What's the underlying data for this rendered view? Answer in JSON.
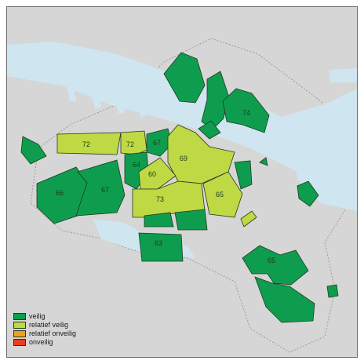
{
  "colors": {
    "background": "#d6d6d6",
    "water": "#cfe6f0",
    "boundary": "#9a9a9a",
    "district_border": "#1f3a1f",
    "veilig": "#0e9d4f",
    "relatief_veilig": "#bfd944",
    "relatief_onveilig": "#f0a020",
    "onveilig": "#e8401c"
  },
  "legend": [
    {
      "label": "veilig",
      "color": "#0e9d4f"
    },
    {
      "label": "relatief veilig",
      "color": "#bfd944"
    },
    {
      "label": "relatief onveilig",
      "color": "#f0a020"
    },
    {
      "label": "onveilig",
      "color": "#e8401c"
    }
  ],
  "districts": [
    {
      "id": "noord-west",
      "category": "veilig",
      "label": ""
    },
    {
      "id": "noord-midden",
      "category": "veilig",
      "label": ""
    },
    {
      "id": "noord-oost",
      "category": "veilig",
      "label": "74"
    },
    {
      "id": "noord-klein",
      "category": "veilig",
      "label": ""
    },
    {
      "id": "westerpark",
      "category": "relatief veilig",
      "label": "72"
    },
    {
      "id": "jordaan",
      "category": "relatief veilig",
      "label": "72"
    },
    {
      "id": "centrum-west",
      "category": "veilig",
      "label": "67"
    },
    {
      "id": "centrum-oost",
      "category": "relatief veilig",
      "label": "69"
    },
    {
      "id": "bos-en-lommer",
      "category": "veilig",
      "label": "64"
    },
    {
      "id": "oud-west",
      "category": "relatief veilig",
      "label": "60"
    },
    {
      "id": "geuzenveld",
      "category": "veilig",
      "label": "66"
    },
    {
      "id": "osdorp",
      "category": "veilig",
      "label": "67"
    },
    {
      "id": "zuid",
      "category": "relatief veilig",
      "label": "73"
    },
    {
      "id": "oost",
      "category": "relatief veilig",
      "label": "65"
    },
    {
      "id": "zeeburg",
      "category": "veilig",
      "label": ""
    },
    {
      "id": "ijburg",
      "category": "veilig",
      "label": ""
    },
    {
      "id": "watergraafsmeer",
      "category": "relatief veilig",
      "label": ""
    },
    {
      "id": "slotervaart",
      "category": "veilig",
      "label": ""
    },
    {
      "id": "buitenveldert",
      "category": "veilig",
      "label": "63"
    },
    {
      "id": "zuideramstel",
      "category": "veilig",
      "label": ""
    },
    {
      "id": "zuidoost",
      "category": "veilig",
      "label": "65"
    },
    {
      "id": "gaasperdam",
      "category": "veilig",
      "label": ""
    }
  ]
}
